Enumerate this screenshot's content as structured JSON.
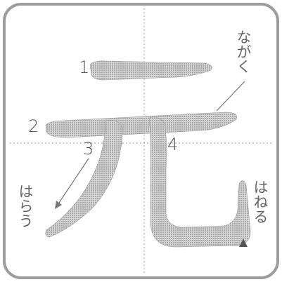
{
  "character": "元",
  "stroke_numbers": [
    "1",
    "2",
    "3",
    "4"
  ],
  "annotations": {
    "nagaku": "ながく",
    "haneru": "はねる",
    "harau": "はらう"
  },
  "colors": {
    "stroke_fill": "#bdbdbd",
    "frame": "#8a8a8a",
    "guide": "#9a9a9a",
    "text": "#555555"
  }
}
